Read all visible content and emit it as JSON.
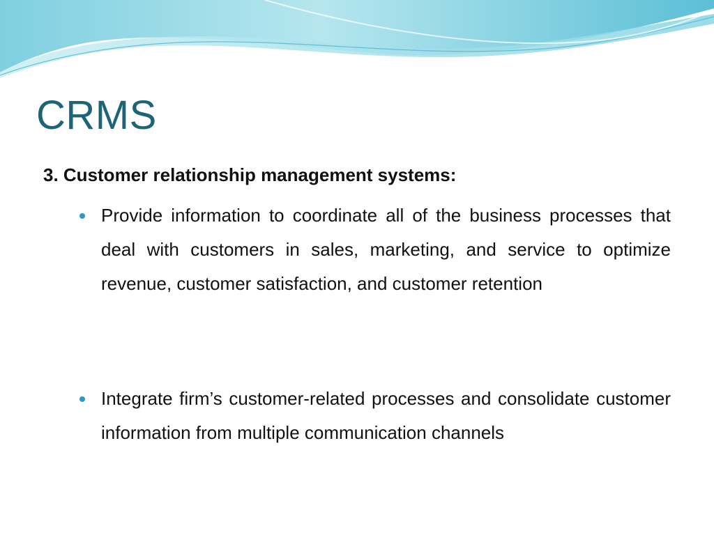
{
  "slide": {
    "title": "CRMS",
    "subheading": "3. Customer relationship management systems:",
    "bullets": [
      "Provide information to coordinate all of the business processes that deal with customers in sales, marketing, and service to optimize revenue, customer satisfaction, and customer retention",
      "Integrate firm’s customer-related processes and consolidate customer information from multiple communication channels"
    ]
  },
  "colors": {
    "title": "#1d6477",
    "bullet_marker": "#2a9bc0",
    "wave_light": "#a9dfe8",
    "wave_accent": "#4cb7d2",
    "body_text": "#111111"
  }
}
